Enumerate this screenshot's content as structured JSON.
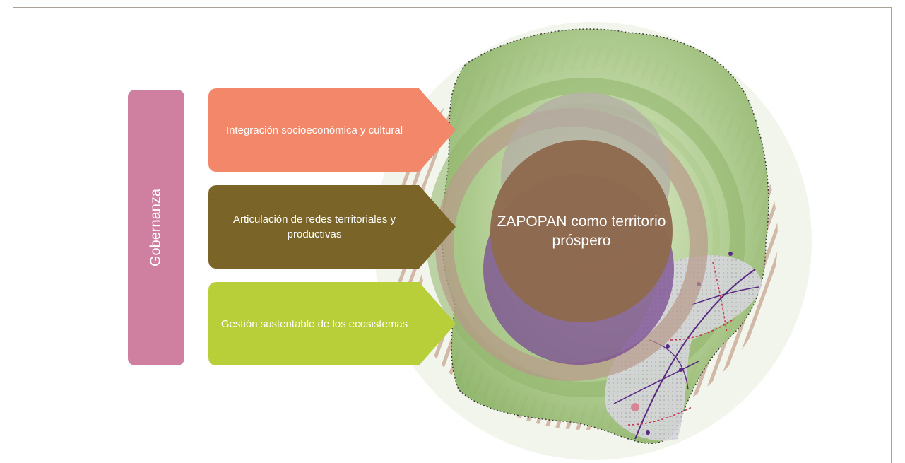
{
  "governance": {
    "label": "Gobernanza",
    "color": "#cf7fa0"
  },
  "pillars": [
    {
      "label": "Integración socioeconómica y cultural",
      "color": "#f3876a"
    },
    {
      "label": "Articulación de redes territoriales y productivas",
      "color": "#7a6428"
    },
    {
      "label": "Gestión sustentable de los ecosistemas",
      "color": "#b9cf3a"
    }
  ],
  "center": {
    "label": "ZAPOPAN como territorio próspero",
    "color": "#8e6a4e"
  },
  "colors": {
    "frame_border": "#a8a396",
    "map_green": "#9cc07a",
    "ring_brown": "#b8998a",
    "circle_grey": "#b3aca4",
    "circle_purple": "#7a4a92",
    "urban_grey": "#cfcfd4",
    "road_purple": "#5a2a82",
    "road_red": "#c8334d"
  }
}
